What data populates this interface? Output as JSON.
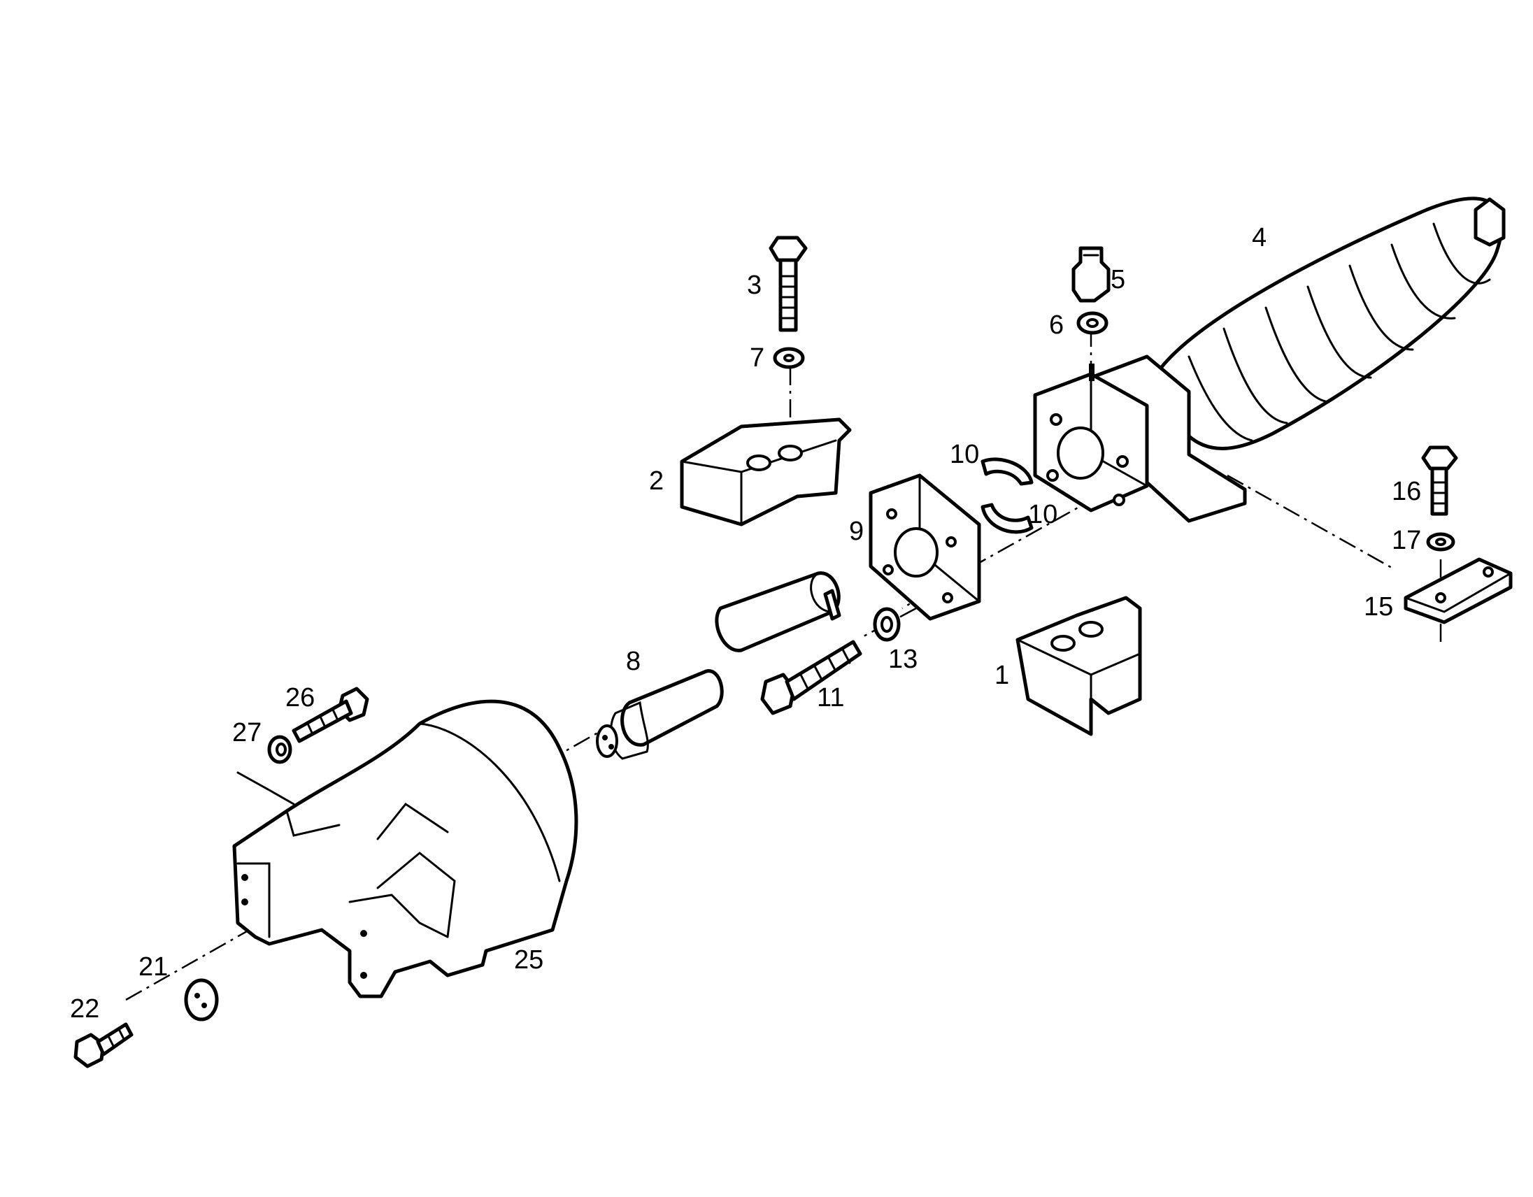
{
  "labels": {
    "p1": "1",
    "p2": "2",
    "p3": "3",
    "p4": "4",
    "p5": "5",
    "p6": "6",
    "p7": "7",
    "p8": "8",
    "p9": "9",
    "p10a": "10",
    "p10b": "10",
    "p11": "11",
    "p13": "13",
    "p15": "15",
    "p16": "16",
    "p17": "17",
    "p21": "21",
    "p22": "22",
    "p25": "25",
    "p26": "26",
    "p27": "27"
  }
}
